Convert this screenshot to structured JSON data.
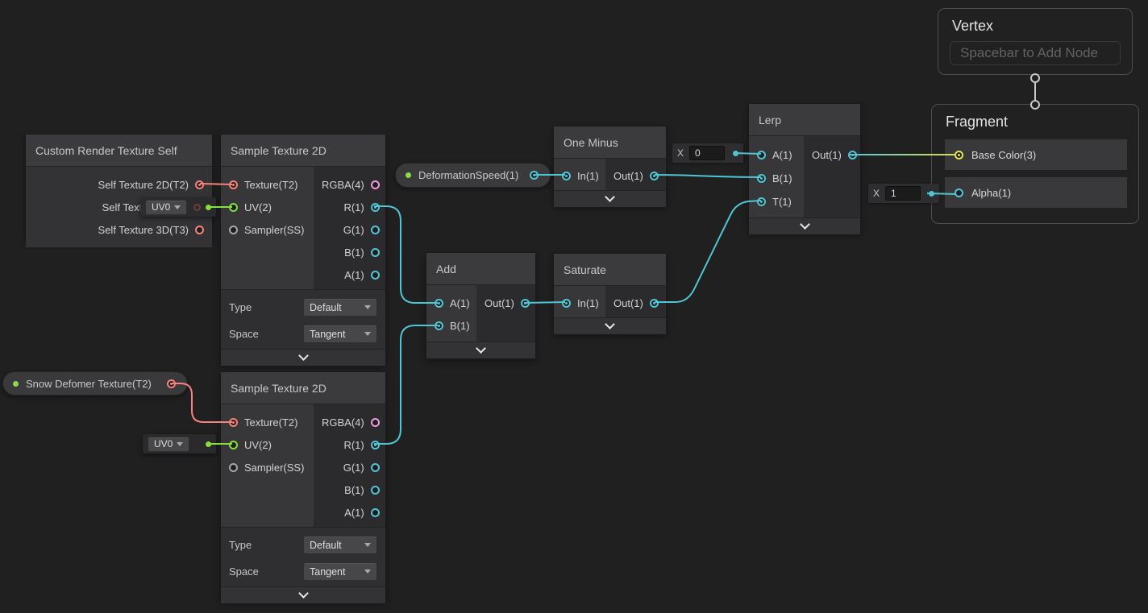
{
  "colors": {
    "canvas_bg": "#202021",
    "port_float": "#4FC6D4",
    "port_texture": "#F8837B",
    "port_vector2": "#85E03C",
    "port_vector4": "#EE9BE0",
    "port_vector3": "#E3E64C",
    "port_sampler": "#A8A8A8",
    "property_dot": "#8CDB4C",
    "edge_float": "#4FC6D4",
    "edge_texture": "#F8837B",
    "edge_vector2": "#85E03C",
    "edge_vector3_end": "#D9DE55",
    "connector_gray": "#C9C9C9"
  },
  "nodes": {
    "custom_render": {
      "title": "Custom Render Texture Self",
      "outputs": [
        "Self Texture 2D(T2)",
        "Self Texture",
        "Self Texture 3D(T3)"
      ]
    },
    "sample_top": {
      "title": "Sample Texture 2D",
      "inputs": [
        "Texture(T2)",
        "UV(2)",
        "Sampler(SS)"
      ],
      "outputs": [
        "RGBA(4)",
        "R(1)",
        "G(1)",
        "B(1)",
        "A(1)"
      ],
      "controls": [
        {
          "label": "Type",
          "value": "Default"
        },
        {
          "label": "Space",
          "value": "Tangent"
        }
      ]
    },
    "sample_bottom": {
      "title": "Sample Texture 2D",
      "inputs": [
        "Texture(T2)",
        "UV(2)",
        "Sampler(SS)"
      ],
      "outputs": [
        "RGBA(4)",
        "R(1)",
        "G(1)",
        "B(1)",
        "A(1)"
      ],
      "controls": [
        {
          "label": "Type",
          "value": "Default"
        },
        {
          "label": "Space",
          "value": "Tangent"
        }
      ]
    },
    "add": {
      "title": "Add",
      "inputs": [
        "A(1)",
        "B(1)"
      ],
      "outputs": [
        "Out(1)"
      ]
    },
    "saturate": {
      "title": "Saturate",
      "inputs": [
        "In(1)"
      ],
      "outputs": [
        "Out(1)"
      ]
    },
    "one_minus": {
      "title": "One Minus",
      "inputs": [
        "In(1)"
      ],
      "outputs": [
        "Out(1)"
      ]
    },
    "lerp": {
      "title": "Lerp",
      "inputs": [
        "A(1)",
        "B(1)",
        "T(1)"
      ],
      "outputs": [
        "Out(1)"
      ]
    }
  },
  "properties": {
    "deformation_speed": {
      "label": "DeformationSpeed(1)"
    },
    "snow_deformer": {
      "label": "Snow Defomer Texture(T2)"
    }
  },
  "widgets": {
    "uv_top": {
      "value": "UV0"
    },
    "uv_bottom": {
      "value": "UV0"
    },
    "lerp_a": {
      "label": "X",
      "value": "0"
    },
    "alpha": {
      "label": "X",
      "value": "1"
    }
  },
  "master": {
    "vertex": {
      "title": "Vertex",
      "placeholder": "Spacebar to Add Node"
    },
    "fragment": {
      "title": "Fragment",
      "ports": [
        "Base Color(3)",
        "Alpha(1)"
      ]
    }
  }
}
